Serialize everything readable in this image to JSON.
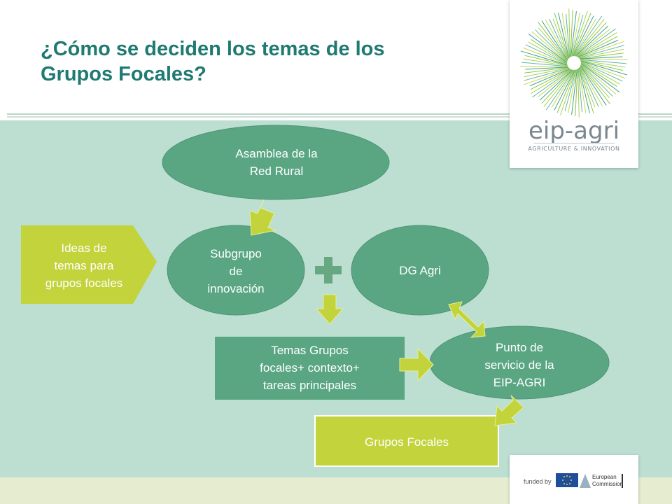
{
  "slide": {
    "title_lines": [
      "¿Cómo se deciden los temas de los",
      "Grupos Focales?"
    ]
  },
  "logo": {
    "wordmark": "eip-agri",
    "tagline": "AGRICULTURE & INNOVATION"
  },
  "footer": {
    "funded_by": "funded by",
    "commission_lines": [
      "European",
      "Commission"
    ]
  },
  "nodes": {
    "asamblea": {
      "lines": [
        "Asamblea de la",
        "Red Rural"
      ]
    },
    "subgrupo": {
      "lines": [
        "Subgrupo",
        "de",
        "innovación"
      ]
    },
    "dg_agri": {
      "lines": [
        "DG Agri"
      ]
    },
    "ideas": {
      "lines": [
        "Ideas de",
        "temas para",
        "grupos focales"
      ]
    },
    "temas": {
      "lines": [
        "Temas Grupos",
        "focales+ contexto+",
        "tareas principales"
      ]
    },
    "punto": {
      "lines": [
        "Punto de",
        "servicio de la",
        "EIP-AGRI"
      ]
    },
    "grupos": {
      "lines": [
        "Grupos Focales"
      ]
    }
  },
  "colors": {
    "title": "#1f7a72",
    "node_green": "#5aa683",
    "lime": "#c2d33b",
    "diagram_bg": "#bcdfd2"
  }
}
